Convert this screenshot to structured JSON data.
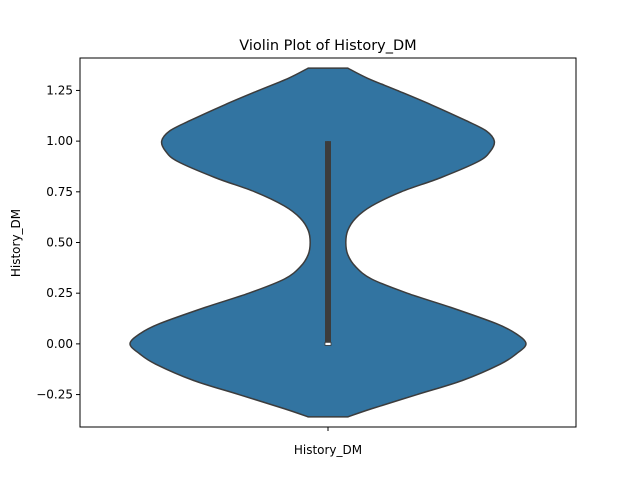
{
  "chart_data": {
    "type": "violin",
    "title": "Violin Plot of History_DM",
    "xlabel": "",
    "ylabel": "History_DM",
    "categories": [
      "History_DM"
    ],
    "ylim": [
      -0.41,
      1.41
    ],
    "yticks": [
      -0.25,
      0.0,
      0.25,
      0.5,
      0.75,
      1.0,
      1.25
    ],
    "ytick_labels": [
      "−0.25",
      "0.00",
      "0.25",
      "0.50",
      "0.75",
      "1.00",
      "1.25"
    ],
    "grid": false,
    "series": [
      {
        "fill_color": "#3274a1",
        "edge_color": "#3c3c3c",
        "data_range": [
          -0.36,
          1.36
        ],
        "density_profile": [
          {
            "y": -0.36,
            "half_width": 0.1
          },
          {
            "y": -0.32,
            "half_width": 0.22
          },
          {
            "y": -0.25,
            "half_width": 0.45
          },
          {
            "y": -0.18,
            "half_width": 0.68
          },
          {
            "y": -0.1,
            "half_width": 0.87
          },
          {
            "y": -0.05,
            "half_width": 0.95
          },
          {
            "y": 0.0,
            "half_width": 1.0
          },
          {
            "y": 0.05,
            "half_width": 0.95
          },
          {
            "y": 0.1,
            "half_width": 0.85
          },
          {
            "y": 0.18,
            "half_width": 0.62
          },
          {
            "y": 0.25,
            "half_width": 0.4
          },
          {
            "y": 0.32,
            "half_width": 0.22
          },
          {
            "y": 0.38,
            "half_width": 0.14
          },
          {
            "y": 0.44,
            "half_width": 0.1
          },
          {
            "y": 0.5,
            "half_width": 0.09
          },
          {
            "y": 0.56,
            "half_width": 0.1
          },
          {
            "y": 0.62,
            "half_width": 0.14
          },
          {
            "y": 0.68,
            "half_width": 0.22
          },
          {
            "y": 0.75,
            "half_width": 0.37
          },
          {
            "y": 0.82,
            "half_width": 0.57
          },
          {
            "y": 0.9,
            "half_width": 0.76
          },
          {
            "y": 0.95,
            "half_width": 0.82
          },
          {
            "y": 1.0,
            "half_width": 0.84
          },
          {
            "y": 1.05,
            "half_width": 0.8
          },
          {
            "y": 1.1,
            "half_width": 0.7
          },
          {
            "y": 1.18,
            "half_width": 0.52
          },
          {
            "y": 1.25,
            "half_width": 0.35
          },
          {
            "y": 1.31,
            "half_width": 0.2
          },
          {
            "y": 1.36,
            "half_width": 0.1
          }
        ],
        "box": {
          "q1": 0.0,
          "median": 0.0,
          "q3": 1.0,
          "whisker_low": 0.0,
          "whisker_high": 1.0
        }
      }
    ]
  }
}
